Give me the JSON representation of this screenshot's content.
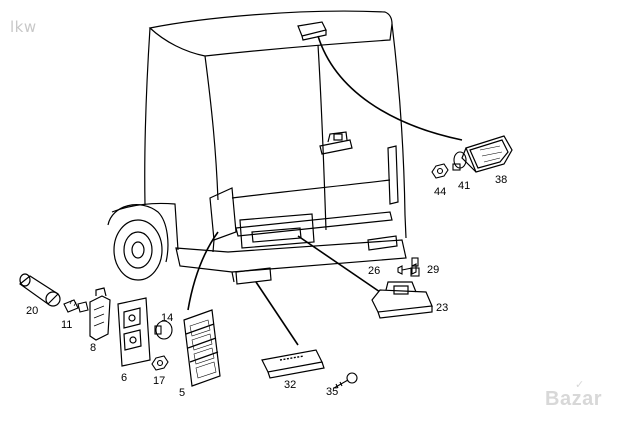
{
  "watermarks": {
    "top_left": "lkw",
    "center": "",
    "brand": "Bazar"
  },
  "icons": {
    "brand_mark": "checkmark-icon"
  },
  "part_labels": {
    "p38": "38",
    "p41": "41",
    "p44": "44",
    "p26": "26",
    "p29": "29",
    "p23": "23",
    "p20": "20",
    "p11": "11",
    "p8": "8",
    "p6": "6",
    "p17": "17",
    "p14": "14",
    "p5": "5",
    "p32": "32",
    "p35": "35"
  }
}
